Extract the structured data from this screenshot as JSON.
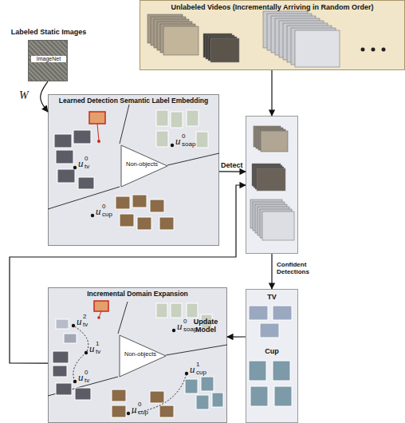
{
  "diagram": {
    "nodes": [
      {
        "text": [
          "Labeled Static Images",
          "ImageNet"
        ]
      },
      {
        "text": [
          "Unlabeled Videos (Incrementally Arriving in Random Order)"
        ]
      },
      {
        "text": [
          "Learned Detection Semantic Label Embedding"
        ]
      },
      {
        "text": [
          "Non-objects"
        ],
        "in": 2
      },
      {
        "text": [
          "Confident Detections"
        ]
      },
      {
        "text": [
          "TV",
          "Cup"
        ]
      },
      {
        "text": [
          "Incremental Domain Expansion"
        ]
      },
      {
        "text": [
          "Non-objects"
        ],
        "in": 6
      }
    ],
    "edges": [
      {
        "from": 0,
        "to": 2,
        "arrow": "to",
        "label": "W"
      },
      {
        "from": 1,
        "to": 4,
        "arrow": "to"
      },
      {
        "from": 2,
        "to": 4,
        "arrow": "to",
        "label": "Detect"
      },
      {
        "from": 4,
        "to": 5,
        "arrow": "to"
      },
      {
        "from": 5,
        "to": 6,
        "arrow": "to",
        "label": "Update Model"
      },
      {
        "from": 6,
        "to": 4,
        "arrow": "to"
      }
    ],
    "labels": [
      "u",
      "0",
      "soap",
      "u",
      "0",
      "tv",
      "u",
      "0",
      "cup",
      "u",
      "0",
      "soap",
      "u",
      "2",
      "tv",
      "u",
      "1",
      "tv",
      "u",
      "0",
      "tv",
      "u",
      "1",
      "cup",
      "u",
      "0",
      "cup"
    ]
  }
}
